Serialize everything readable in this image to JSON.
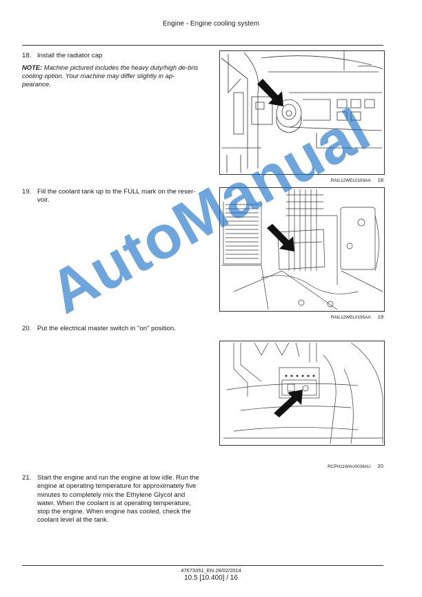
{
  "header": {
    "title": "Engine - Engine cooling system"
  },
  "steps": [
    {
      "number": "18.",
      "text": "Install the radiator cap"
    },
    {
      "number": "19.",
      "text": "Fill the coolant tank up to the FULL mark on the reser-voir."
    },
    {
      "number": "20.",
      "text": "Put the electrical master switch in \"on\" position."
    },
    {
      "number": "21.",
      "text": "Start the engine and run the engine at low idle. Run the engine at operating temperature for approximately five minutes to completely mix the Ethylene Glycol and water. When the coolant is at operating temperature, stop the engine. When engine has cooled, check the coolant level at the tank."
    }
  ],
  "note": {
    "label": "NOTE:",
    "text": " Machine pictured includes the heavy duty/high de-bris cooling option. Your machine may differ slightly in ap-pearance."
  },
  "figures": [
    {
      "code": "RAIL12WEL0193AA",
      "number": "18"
    },
    {
      "code": "RAIL12WEL0195AA",
      "number": "19"
    },
    {
      "code": "RCPH11WAU0038AU",
      "number": "20"
    }
  ],
  "footer": {
    "doc_ref": "47673351_EN 28/02/2014",
    "page": "10.5 [10.400] / 16"
  },
  "watermark": {
    "text": "AutoManual"
  },
  "colors": {
    "watermark": "#166ec8",
    "rule": "#333333"
  }
}
